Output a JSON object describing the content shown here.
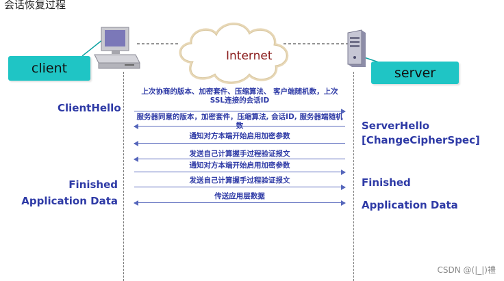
{
  "title": "会话恢复过程",
  "nodes": {
    "client": "client",
    "server": "server",
    "internet": "Internet"
  },
  "left_steps": {
    "client_hello": "ClientHello",
    "finished": "Finished",
    "application_data": "Application Data"
  },
  "right_steps": {
    "server_hello": "ServerHello",
    "change_cipher_spec": "[ChangeCipherSpec]",
    "finished": "Finished",
    "application_data": "Application Data"
  },
  "messages": [
    {
      "text": "上次协商的版本、加密套件、压缩算法、 客户端随机数，上次SSL连接的会话ID",
      "direction": "right"
    },
    {
      "text": "服务器同意的版本，加密套件，压缩算法, 会话ID, 服务器端随机数",
      "direction": "left"
    },
    {
      "text": "通知对方本端开始启用加密参数",
      "direction": "left"
    },
    {
      "text": "发送自己计算握手过程验证报文",
      "direction": "left"
    },
    {
      "text": "通知对方本端开始启用加密参数",
      "direction": "right"
    },
    {
      "text": "发送自己计算握手过程验证报文",
      "direction": "right"
    },
    {
      "text": "传送应用层数据",
      "direction": "both"
    }
  ],
  "watermark": "CSDN @(|_|)禮",
  "colors": {
    "label_bg": "#1fc5c5",
    "step_text": "#2e3aa6",
    "arrow": "#5566bb",
    "internet_text": "#8a1c1c"
  },
  "icons": [
    "computer-icon",
    "server-icon",
    "cloud-icon"
  ]
}
